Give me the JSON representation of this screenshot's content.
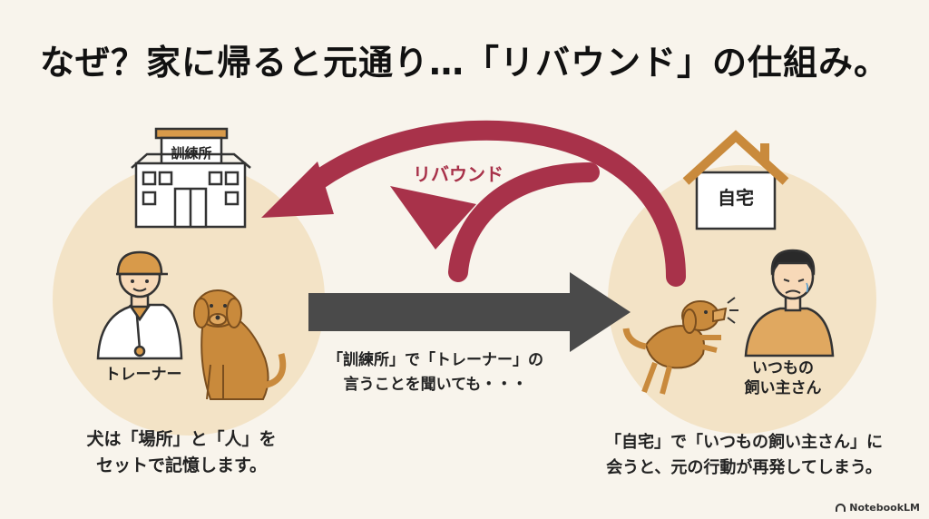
{
  "title": "なぜ？家に帰ると元通り…「リバウンド」の仕組み。",
  "building": {
    "sign": "訓練所"
  },
  "house": {
    "sign": "自宅"
  },
  "trainer": {
    "label": "トレーナー"
  },
  "owner": {
    "label_line1": "いつもの",
    "label_line2": "飼い主さん"
  },
  "rebound": {
    "label": "リバウンド"
  },
  "captions": {
    "left_line1": "犬は「場所」と「人」を",
    "left_line2": "セットで記憶します。",
    "middle_line1": "「訓練所」で「トレーナー」の",
    "middle_line2": "言うことを聞いても・・・",
    "right_line1": "「自宅」で「いつもの飼い主さん」に",
    "right_line2": "会うと、元の行動が再発してしまう。"
  },
  "brand": {
    "name": "NotebookLM"
  },
  "colors": {
    "background": "#f8f4ec",
    "circle": "#f3e3c6",
    "rebound": "#a8324a",
    "forward_arrow": "#4a4a4a",
    "dog": "#c98a3c",
    "house_roof": "#c98a3c"
  }
}
